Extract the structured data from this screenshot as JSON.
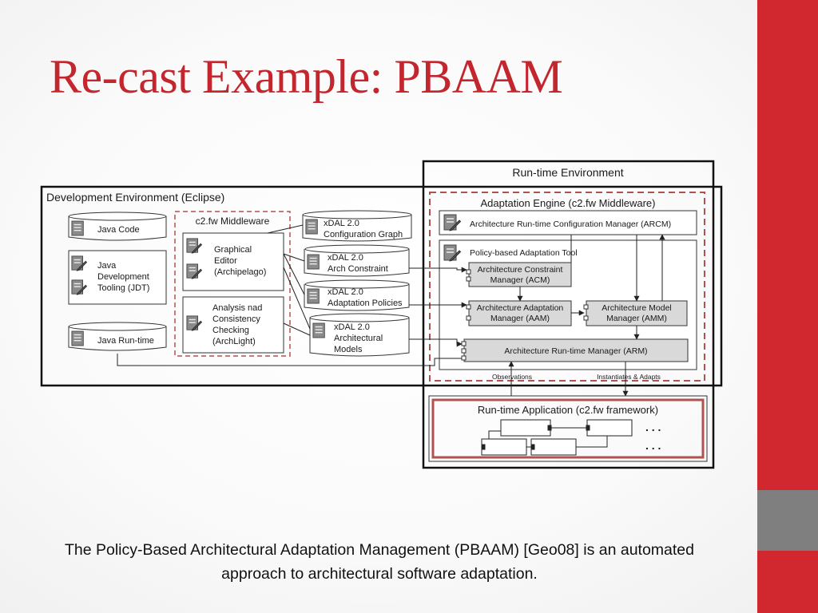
{
  "slide": {
    "title": "Re-cast Example: PBAAM",
    "caption": "The Policy-Based Architectural Adaptation Management (PBAAM) [Geo08] is an automated approach to architectural software adaptation.",
    "colors": {
      "accent_red": "#d1282f",
      "accent_gray": "#7f7f7f",
      "title_red": "#c4262e",
      "dashed_red": "#b0524f"
    }
  },
  "diagram": {
    "run_time_env": {
      "title": "Run-time Environment"
    },
    "dev_env": {
      "title": "Development Environment (Eclipse)",
      "java_code": "Java Code",
      "jdt": {
        "l1": "Java",
        "l2": "Development",
        "l3": "Tooling (JDT)"
      },
      "java_runtime": "Java Run-time"
    },
    "middleware": {
      "title": "c2.fw Middleware",
      "graphical_editor": {
        "l1": "Graphical",
        "l2": "Editor",
        "l3": "(Archipelago)"
      },
      "archlight": {
        "l1": "Analysis nad",
        "l2": "Consistency",
        "l3": "Checking",
        "l4": "(ArchLight)"
      }
    },
    "xdal": {
      "config_graph": {
        "l1": "xDAL 2.0",
        "l2": "Configuration Graph"
      },
      "arch_constraint": {
        "l1": "xDAL 2.0",
        "l2": "Arch Constraint"
      },
      "adaptation_policies": {
        "l1": "xDAL 2.0",
        "l2": "Adaptation Policies"
      },
      "arch_models": {
        "l1": "xDAL 2.0",
        "l2": "Architectural",
        "l3": "Models"
      }
    },
    "adaptation_engine": {
      "title": "Adaptation Engine (c2.fw Middleware)",
      "arcm": "Architecture Run-time Configuration Manager (ARCM)",
      "pbat_title": "Policy-based Adaptation Tool",
      "acm": {
        "l1": "Architecture Constraint",
        "l2": "Manager (ACM)"
      },
      "aam": {
        "l1": "Architecture Adaptation",
        "l2": "Manager (AAM)"
      },
      "amm": {
        "l1": "Architecture Model",
        "l2": "Manager (AMM)"
      },
      "arm": "Architecture Run-time Manager (ARM)"
    },
    "observations": "Observations",
    "instantiates": "Instantiates &  Adapts",
    "runtime_app": {
      "title": "Run-time Application (c2.fw framework)",
      "ellipsis1": ". . .",
      "ellipsis2": ". . ."
    }
  }
}
